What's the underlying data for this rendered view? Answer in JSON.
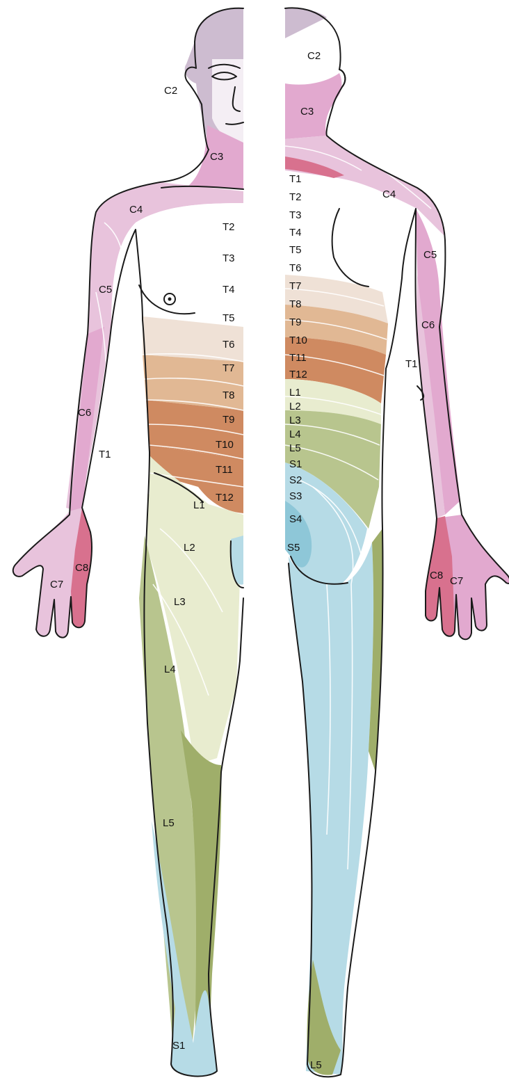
{
  "colors": {
    "cervical_light": "#e8c3dc",
    "cervical": "#e2a9cf",
    "cervical_deep": "#d8718e",
    "scalp": "#cdbcd0",
    "thoracic_light": "#efe1d6",
    "thoracic_mid": "#e1b894",
    "thoracic_deep": "#cf8a61",
    "lumbar_light": "#e8eccf",
    "lumbar": "#b8c58e",
    "lumbar_deep": "#9fae6a",
    "sacral": "#b6dbe6",
    "sacral_deep": "#8ec7d8"
  },
  "front": {
    "labels": {
      "c2": "C2",
      "c3": "C3",
      "c4": "C4",
      "c5": "C5",
      "c6": "C6",
      "t1": "T1",
      "c8": "C8",
      "c7": "C7",
      "t2": "T2",
      "t3": "T3",
      "t4": "T4",
      "t5": "T5",
      "t6": "T6",
      "t7": "T7",
      "t8": "T8",
      "t9": "T9",
      "t10": "T10",
      "t11": "T11",
      "t12": "T12",
      "l1": "L1",
      "l2": "L2",
      "l3": "L3",
      "l4": "L4",
      "l5": "L5",
      "s1": "S1"
    }
  },
  "back": {
    "labels": {
      "c2": "C2",
      "c3": "C3",
      "t1_spine": "T1",
      "t2": "T2",
      "c4": "C4",
      "t3": "T3",
      "t4": "T4",
      "c5": "C5",
      "t5": "T5",
      "t6": "T6",
      "t7": "T7",
      "c6": "C6",
      "t8": "T8",
      "t9": "T9",
      "t10": "T10",
      "t11": "T11",
      "t1_arm": "T1",
      "t12": "T12",
      "l1": "L1",
      "l2": "L2",
      "l3": "L3",
      "l4": "L4",
      "l5": "L5",
      "s1": "S1",
      "s2": "S2",
      "s3": "S3",
      "s4": "S4",
      "s5": "S5",
      "c8": "C8",
      "c7": "C7",
      "l5_foot": "L5"
    }
  }
}
